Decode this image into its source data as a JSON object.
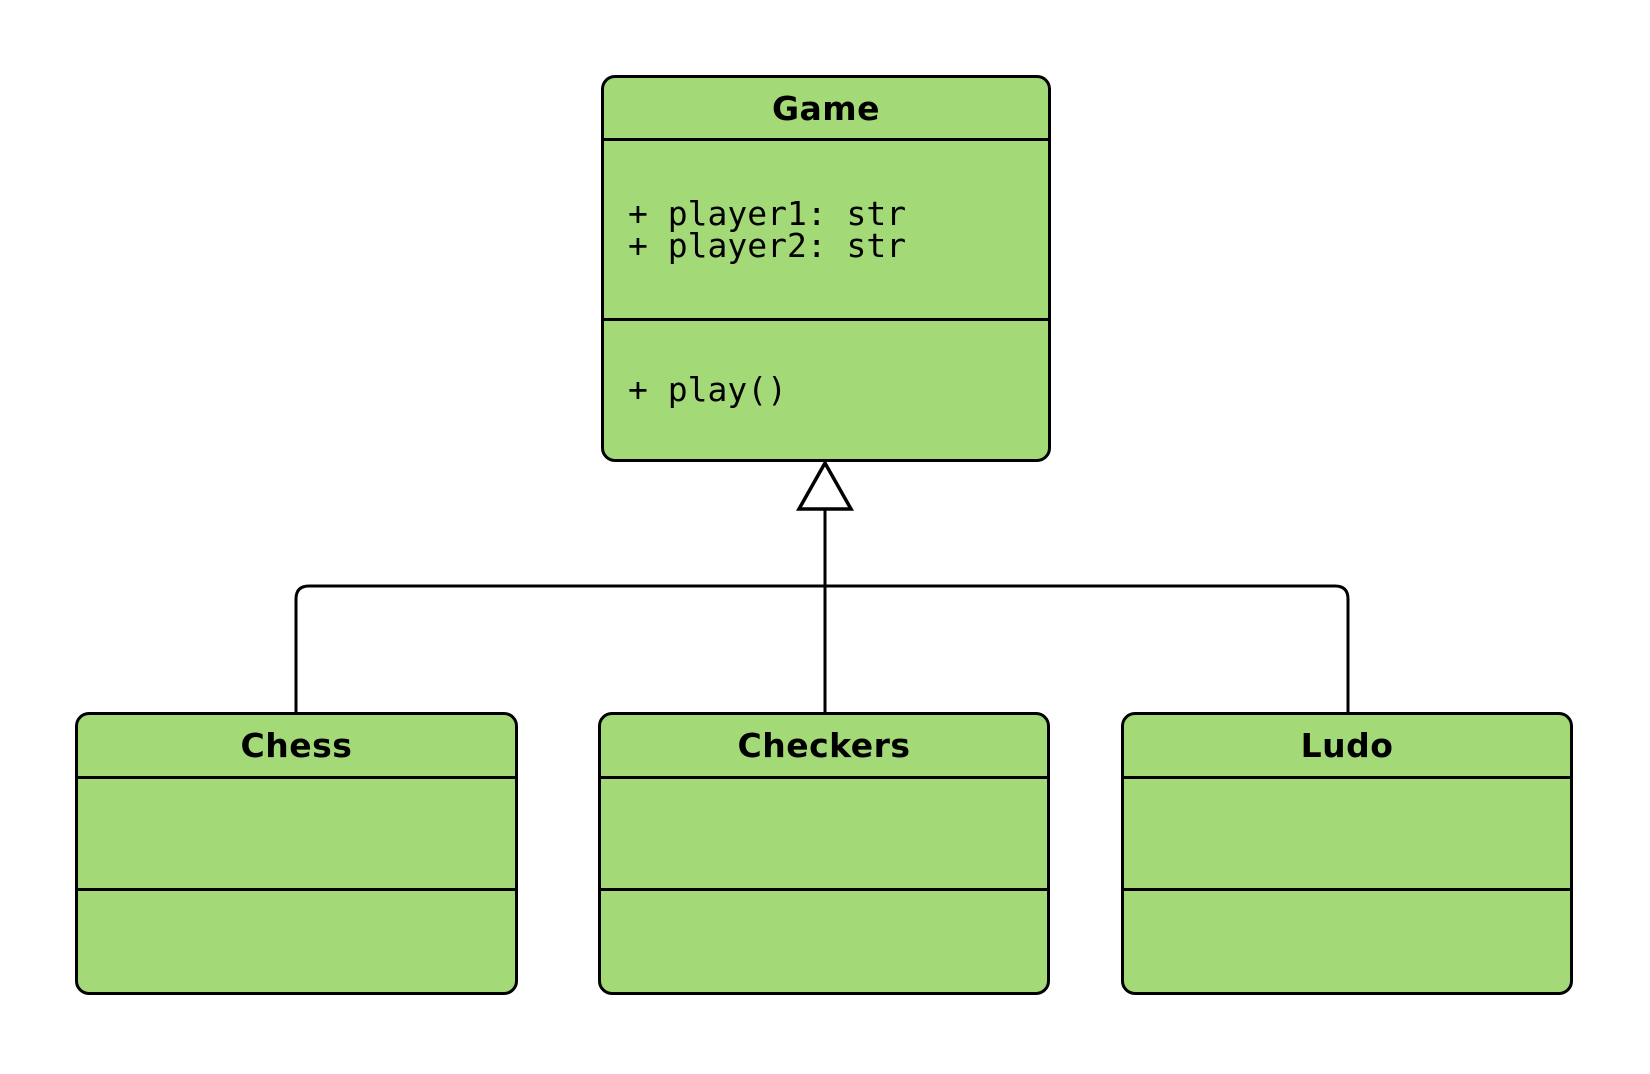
{
  "diagram": {
    "type": "uml-class-diagram",
    "colors": {
      "node_fill": "#a3d977",
      "node_stroke": "#000000",
      "edge_color": "#000000",
      "bg": "#ffffff"
    },
    "classes": [
      {
        "name": "Game",
        "attributes": [
          "+ player1: str",
          "+ player2: str"
        ],
        "methods": [
          "+ play()"
        ]
      },
      {
        "name": "Chess",
        "attributes": [],
        "methods": []
      },
      {
        "name": "Checkers",
        "attributes": [],
        "methods": []
      },
      {
        "name": "Ludo",
        "attributes": [],
        "methods": []
      }
    ],
    "relations": [
      {
        "from": "Chess",
        "to": "Game",
        "type": "inheritance"
      },
      {
        "from": "Checkers",
        "to": "Game",
        "type": "inheritance"
      },
      {
        "from": "Ludo",
        "to": "Game",
        "type": "inheritance"
      }
    ]
  }
}
